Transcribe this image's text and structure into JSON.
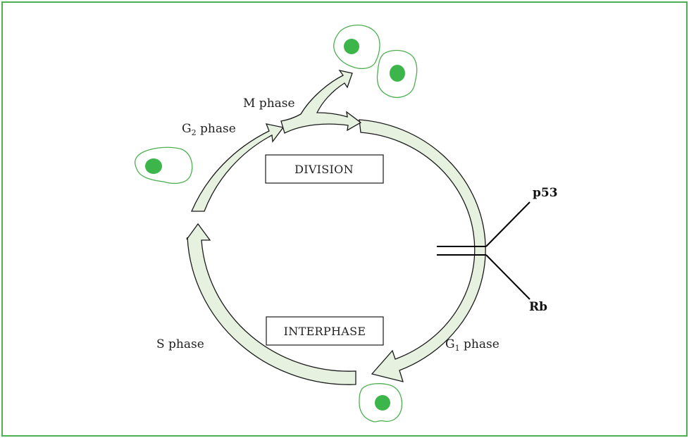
{
  "colors": {
    "frame": "#4caf50",
    "arrow_fill": "#e6f1e0",
    "arrow_stroke": "#1a1a1a",
    "cell_outline": "#4caf50",
    "nucleus": "#3cb54a",
    "line": "#000000"
  },
  "labels": {
    "m_phase": "M phase",
    "g2_prefix": "G",
    "g2_sub": "2",
    "g2_suffix": " phase",
    "s_phase": "S phase",
    "g1_prefix": "G",
    "g1_sub": "1",
    "g1_suffix": " phase",
    "division": "DIVISION",
    "interphase": "INTERPHASE",
    "p53": "p53",
    "rb": "Rb"
  },
  "icons": [
    "cell-icon"
  ]
}
